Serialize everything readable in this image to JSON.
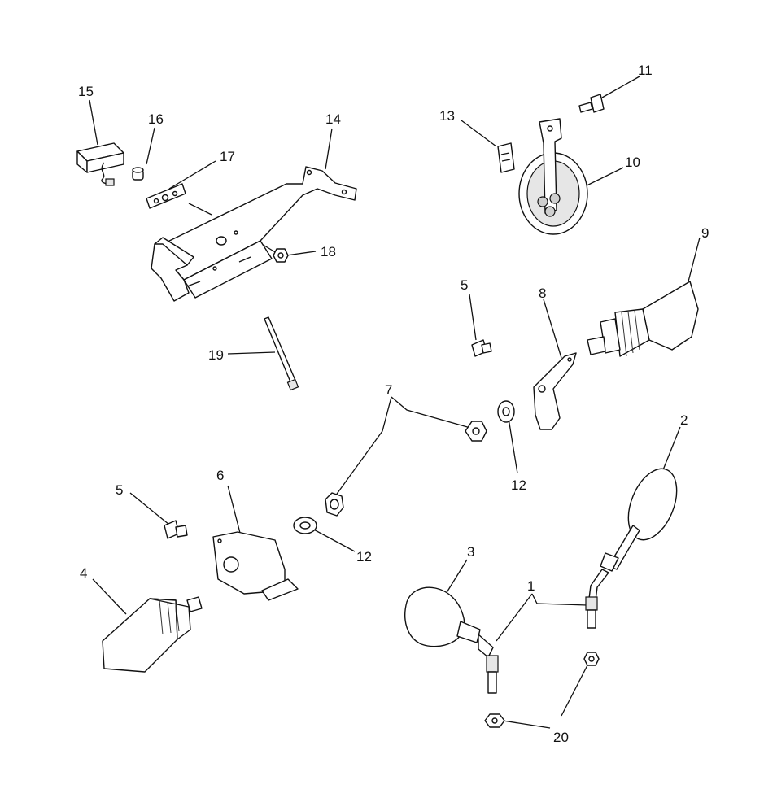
{
  "diagram": {
    "callouts": [
      {
        "id": "c1",
        "text": "1"
      },
      {
        "id": "c2",
        "text": "2"
      },
      {
        "id": "c3",
        "text": "3"
      },
      {
        "id": "c4",
        "text": "4"
      },
      {
        "id": "c5a",
        "text": "5"
      },
      {
        "id": "c5b",
        "text": "5"
      },
      {
        "id": "c6",
        "text": "6"
      },
      {
        "id": "c7",
        "text": "7"
      },
      {
        "id": "c8",
        "text": "8"
      },
      {
        "id": "c9",
        "text": "9"
      },
      {
        "id": "c10",
        "text": "10"
      },
      {
        "id": "c11",
        "text": "11"
      },
      {
        "id": "c12a",
        "text": "12"
      },
      {
        "id": "c12b",
        "text": "12"
      },
      {
        "id": "c13",
        "text": "13"
      },
      {
        "id": "c14",
        "text": "14"
      },
      {
        "id": "c15",
        "text": "15"
      },
      {
        "id": "c16",
        "text": "16"
      },
      {
        "id": "c17",
        "text": "17"
      },
      {
        "id": "c18",
        "text": "18"
      },
      {
        "id": "c19",
        "text": "19"
      },
      {
        "id": "c20",
        "text": "20"
      }
    ],
    "parts": [
      {
        "id": "p1",
        "icon": "mirror-stem-icon"
      },
      {
        "id": "p2",
        "icon": "mirror-right-icon"
      },
      {
        "id": "p3",
        "icon": "mirror-left-icon"
      },
      {
        "id": "p4",
        "icon": "turn-signal-left-icon"
      },
      {
        "id": "p5a",
        "icon": "bolt-icon"
      },
      {
        "id": "p5b",
        "icon": "bolt-icon"
      },
      {
        "id": "p6",
        "icon": "signal-bracket-left-icon"
      },
      {
        "id": "p7a",
        "icon": "nut-icon"
      },
      {
        "id": "p7b",
        "icon": "nut-icon"
      },
      {
        "id": "p8",
        "icon": "signal-bracket-right-icon"
      },
      {
        "id": "p9",
        "icon": "turn-signal-right-icon"
      },
      {
        "id": "p10",
        "icon": "horn-icon"
      },
      {
        "id": "p11",
        "icon": "screw-icon"
      },
      {
        "id": "p12a",
        "icon": "washer-icon"
      },
      {
        "id": "p12b",
        "icon": "washer-icon"
      },
      {
        "id": "p13",
        "icon": "clip-nut-icon"
      },
      {
        "id": "p14",
        "icon": "mounting-bracket-icon"
      },
      {
        "id": "p15",
        "icon": "license-light-icon"
      },
      {
        "id": "p16",
        "icon": "bulb-icon"
      },
      {
        "id": "p17",
        "icon": "plate-icon"
      },
      {
        "id": "p18",
        "icon": "flange-nut-icon"
      },
      {
        "id": "p19",
        "icon": "cable-tie-icon"
      },
      {
        "id": "p20a",
        "icon": "nut-icon"
      },
      {
        "id": "p20b",
        "icon": "nut-icon"
      }
    ],
    "line_color": "#111111",
    "background": "#ffffff"
  }
}
